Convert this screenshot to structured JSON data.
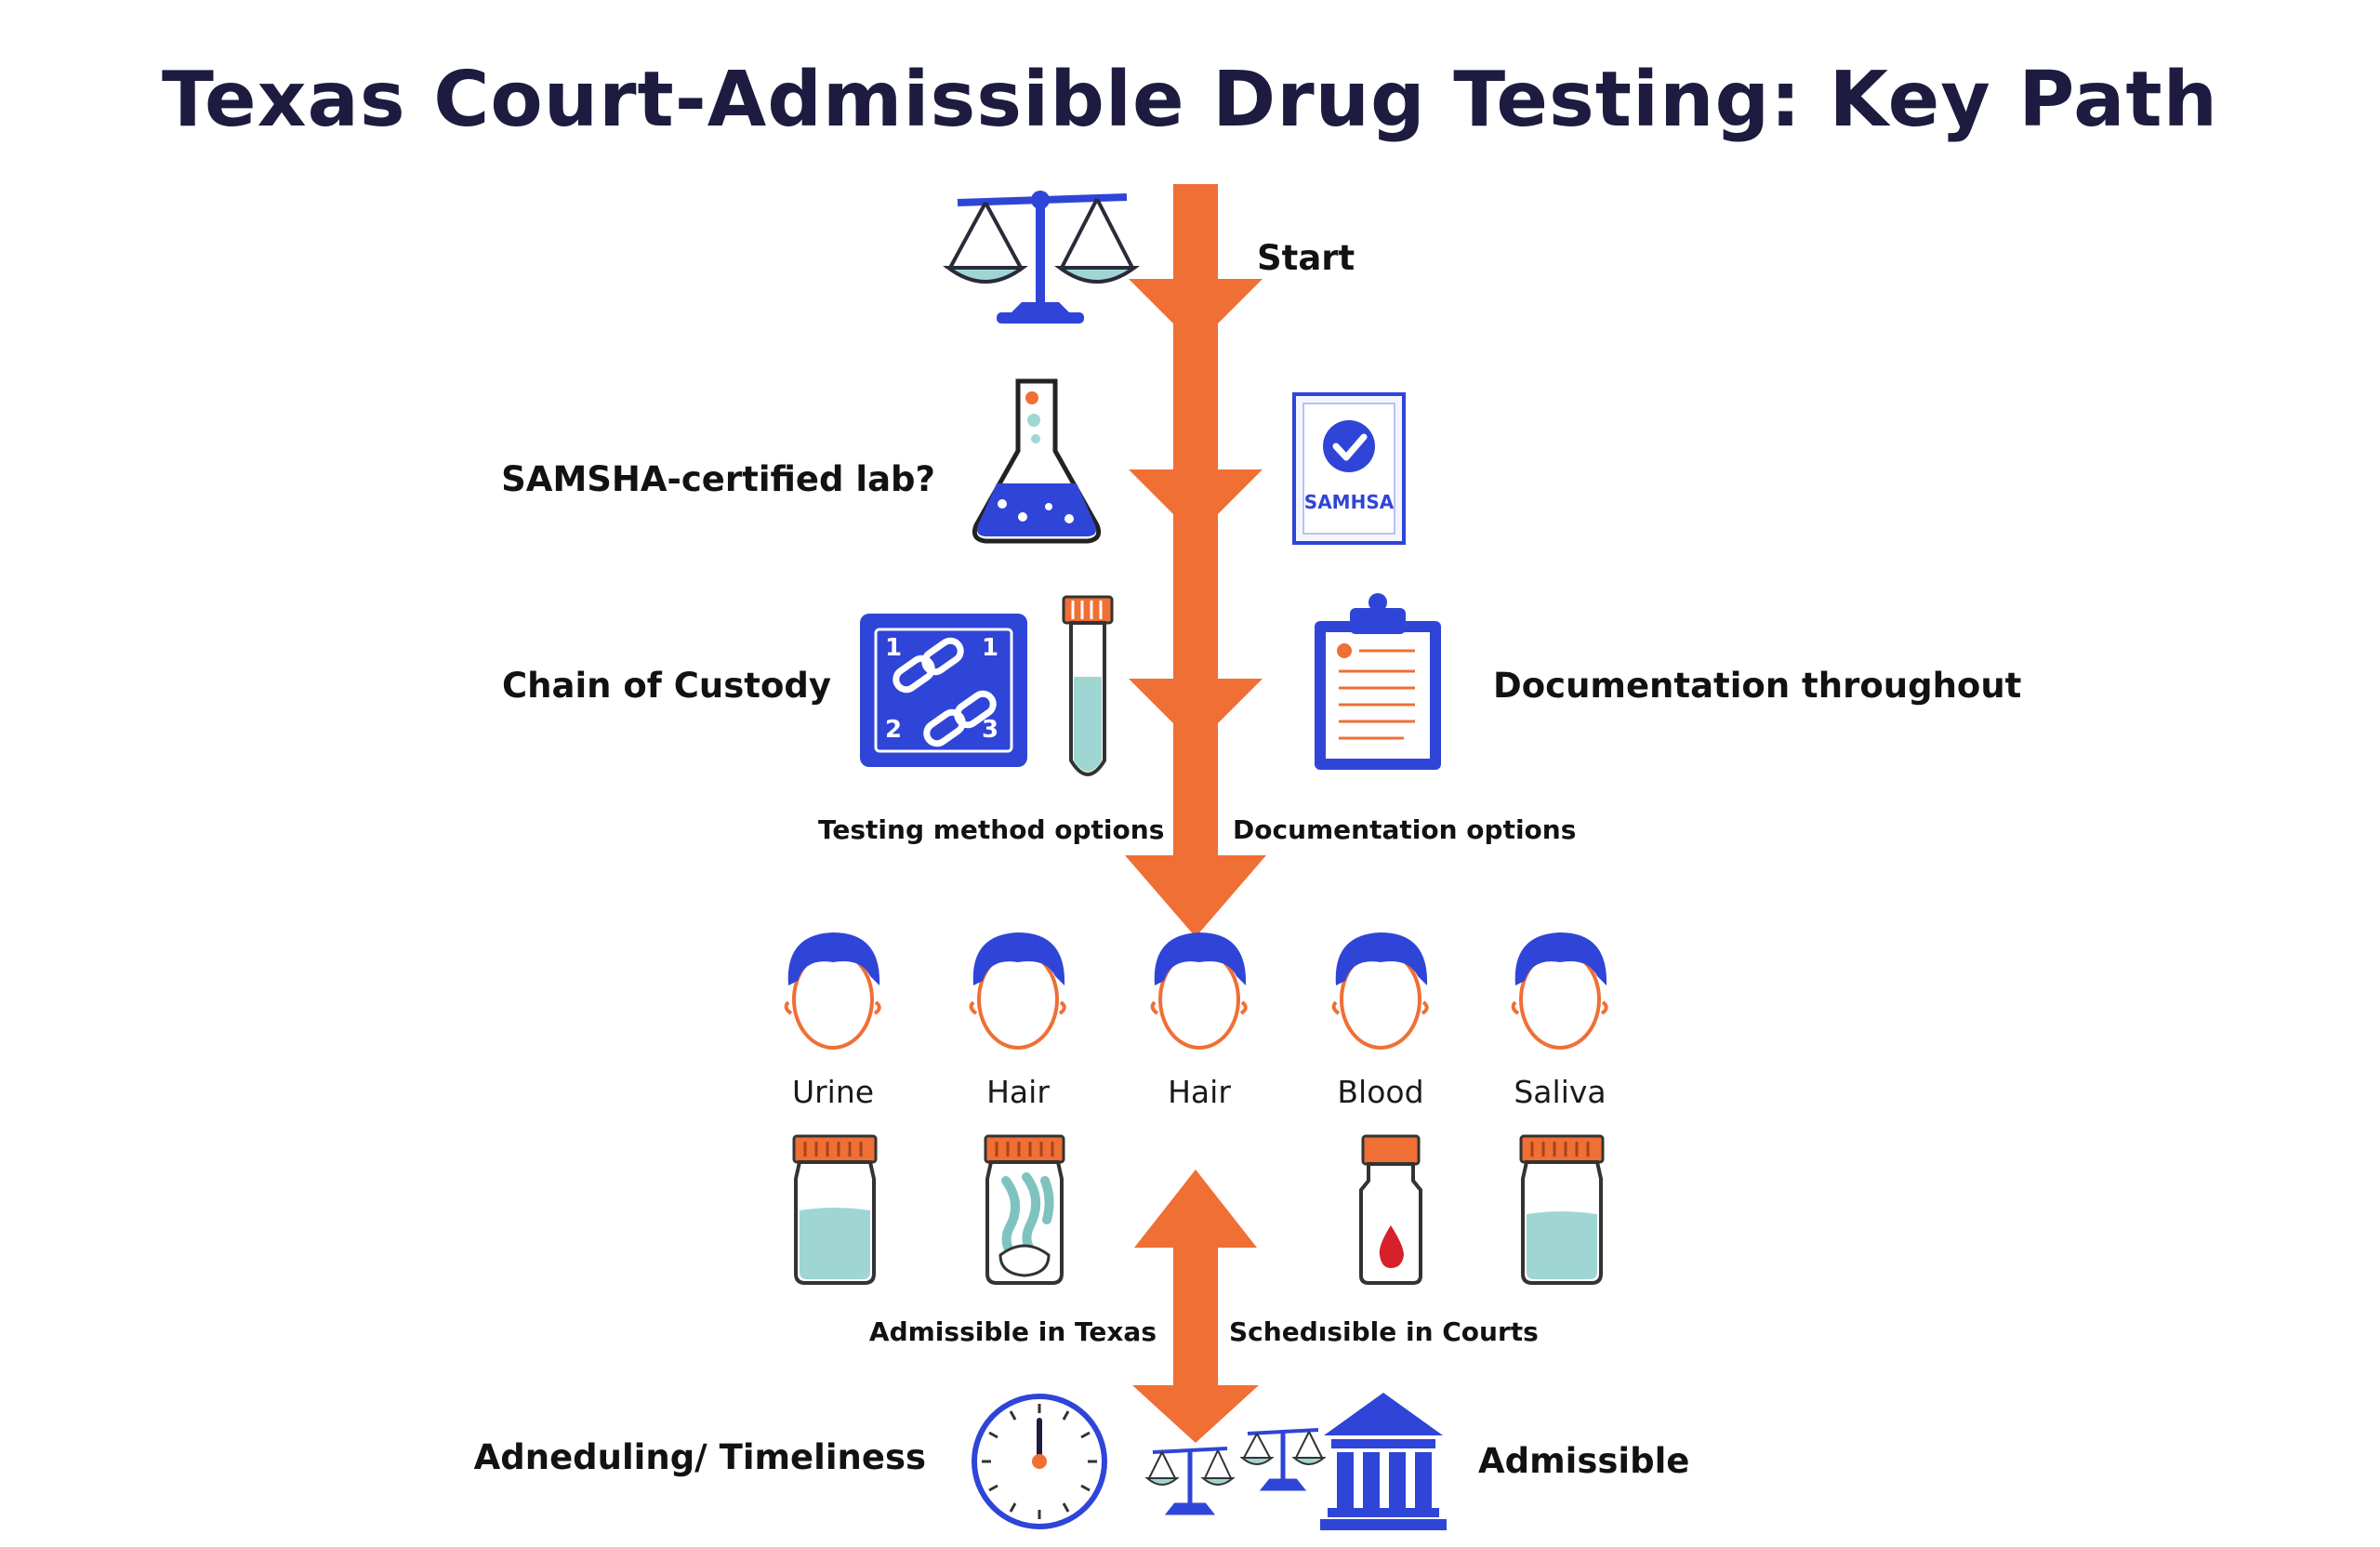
{
  "title": "Texas Court-Admissible Drug Testing: Key Path",
  "colors": {
    "arrow": "#ef6f35",
    "blue": "#2f45d7",
    "navy": "#1d1b3f",
    "teal": "#9fd6d3"
  },
  "steps": {
    "start": "Start",
    "lab_question": "SAMSHA-certified lab?",
    "samhsa_badge": "SAMHSA",
    "chain_of_custody": "Chain of Custody",
    "documentation": "Documentation throughout",
    "testing_options": "Testing method options",
    "documentation_options": "Documentation options",
    "admissible_texas": "Admissible in Texas",
    "schedulable_courts": "Schedısible in Courts",
    "timeliness": "Adneduling/ Timeliness",
    "admissible": "Admissible"
  },
  "chain_numbers": [
    "1",
    "1",
    "2",
    "3"
  ],
  "methods": [
    "Urine",
    "Hair",
    "Hair",
    "Blood",
    "Saliva"
  ],
  "icons": [
    "scales-icon",
    "flask-icon",
    "certificate-icon",
    "chain-icon",
    "test-tube-icon",
    "clipboard-icon",
    "person-icon",
    "sample-jar-icon",
    "clock-icon",
    "courthouse-icon"
  ]
}
